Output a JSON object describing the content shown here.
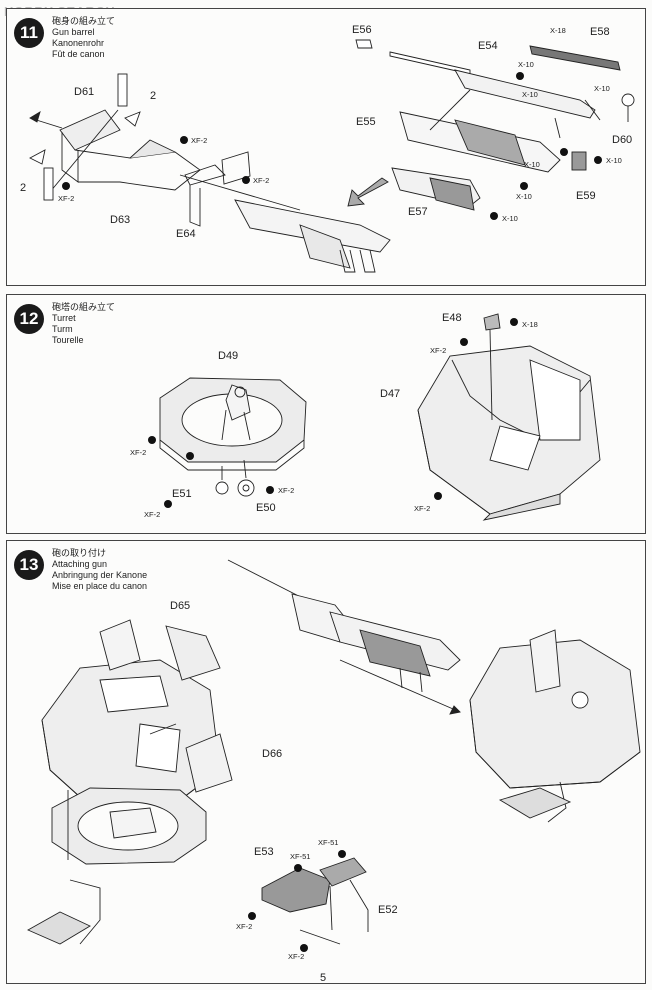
{
  "watermark": "HOBBY SEARCH",
  "steps": [
    {
      "number": "11",
      "titles": [
        "砲身の組み立て",
        "Gun barrel",
        "Kanonenrohr",
        "Fût de canon"
      ],
      "parts": [
        "D61",
        "D63",
        "E64",
        "E56",
        "E54",
        "E58",
        "E55",
        "D60",
        "E57",
        "E59"
      ],
      "paints": [
        "XF-2",
        "XF-2",
        "XF-2",
        "X-18",
        "X-10",
        "X-10",
        "X-10",
        "X-10",
        "X-10",
        "X-10",
        "X-10"
      ],
      "quantities": [
        "2",
        "2"
      ]
    },
    {
      "number": "12",
      "titles": [
        "砲塔の組み立て",
        "Turret",
        "Turm",
        "Tourelle"
      ],
      "parts": [
        "D49",
        "E51",
        "E50",
        "E48",
        "D47"
      ],
      "paints": [
        "XF-2",
        "XF-2",
        "XF-2",
        "X-18",
        "XF-2",
        "XF-2"
      ]
    },
    {
      "number": "13",
      "titles": [
        "砲の取り付け",
        "Attaching gun",
        "Anbringung der Kanone",
        "Mise en place du canon"
      ],
      "parts": [
        "D65",
        "D66",
        "E53",
        "E52"
      ],
      "paints": [
        "XF-51",
        "XF-51",
        "XF-2",
        "XF-2"
      ]
    }
  ],
  "page_number": "5"
}
